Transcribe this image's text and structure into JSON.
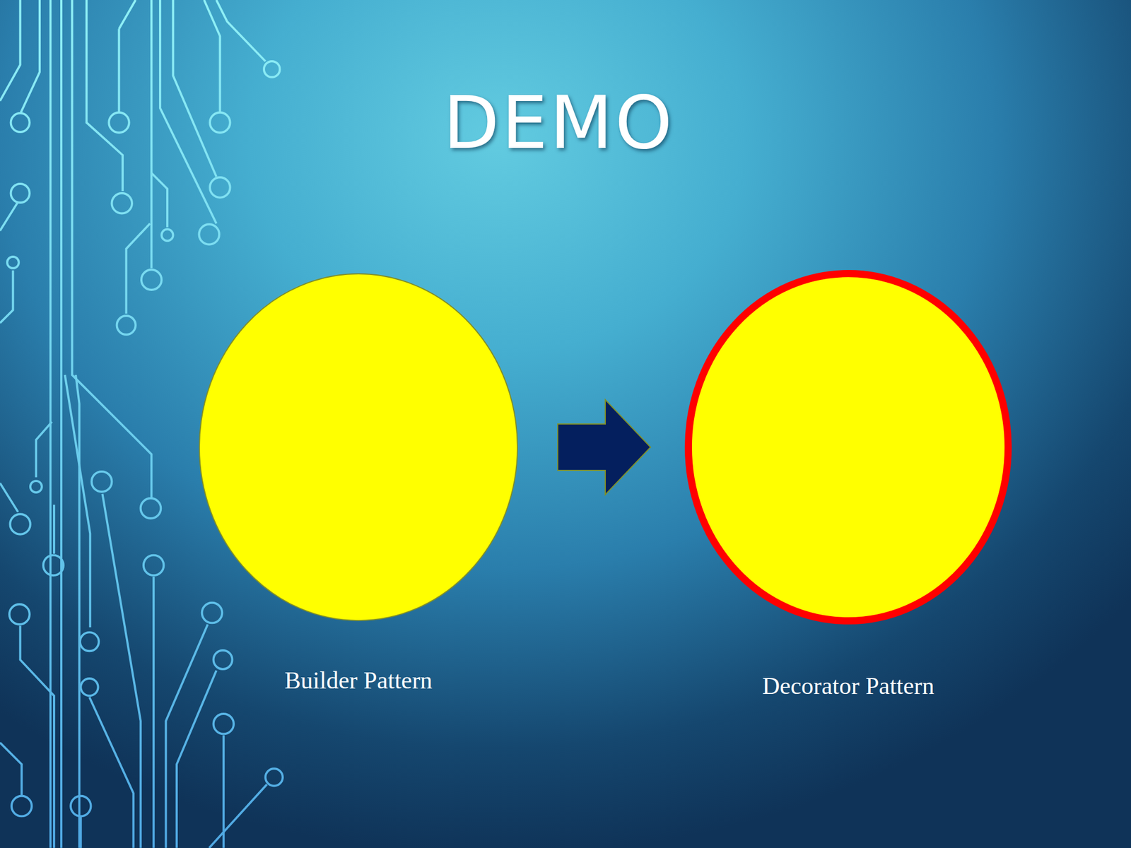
{
  "diagram": {
    "title": "DEMO",
    "nodes": [
      {
        "text": [
          "Builder Pattern"
        ]
      },
      {
        "text": [
          "Decorator Pattern"
        ]
      }
    ],
    "edges": [
      {
        "from": 0,
        "to": 1,
        "arrow": "to"
      }
    ]
  }
}
